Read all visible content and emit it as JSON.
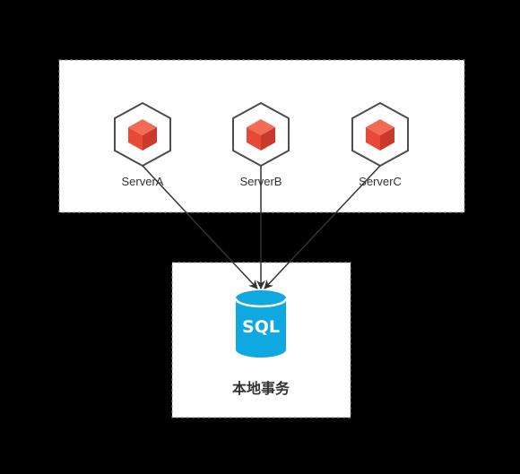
{
  "servers": [
    {
      "label": "ServerA"
    },
    {
      "label": "ServerB"
    },
    {
      "label": "ServerC"
    }
  ],
  "database": {
    "icon_text": "SQL",
    "label": "本地事务",
    "icon": "sql-database-icon"
  },
  "server_icon": "cube-hexagon-icon",
  "colors": {
    "background": "#000000",
    "panel": "#ffffff",
    "cube": "#e84a3a",
    "hexagon_stroke": "#4d4d4d",
    "database": "#0fa8e0",
    "arrow": "#333333"
  }
}
